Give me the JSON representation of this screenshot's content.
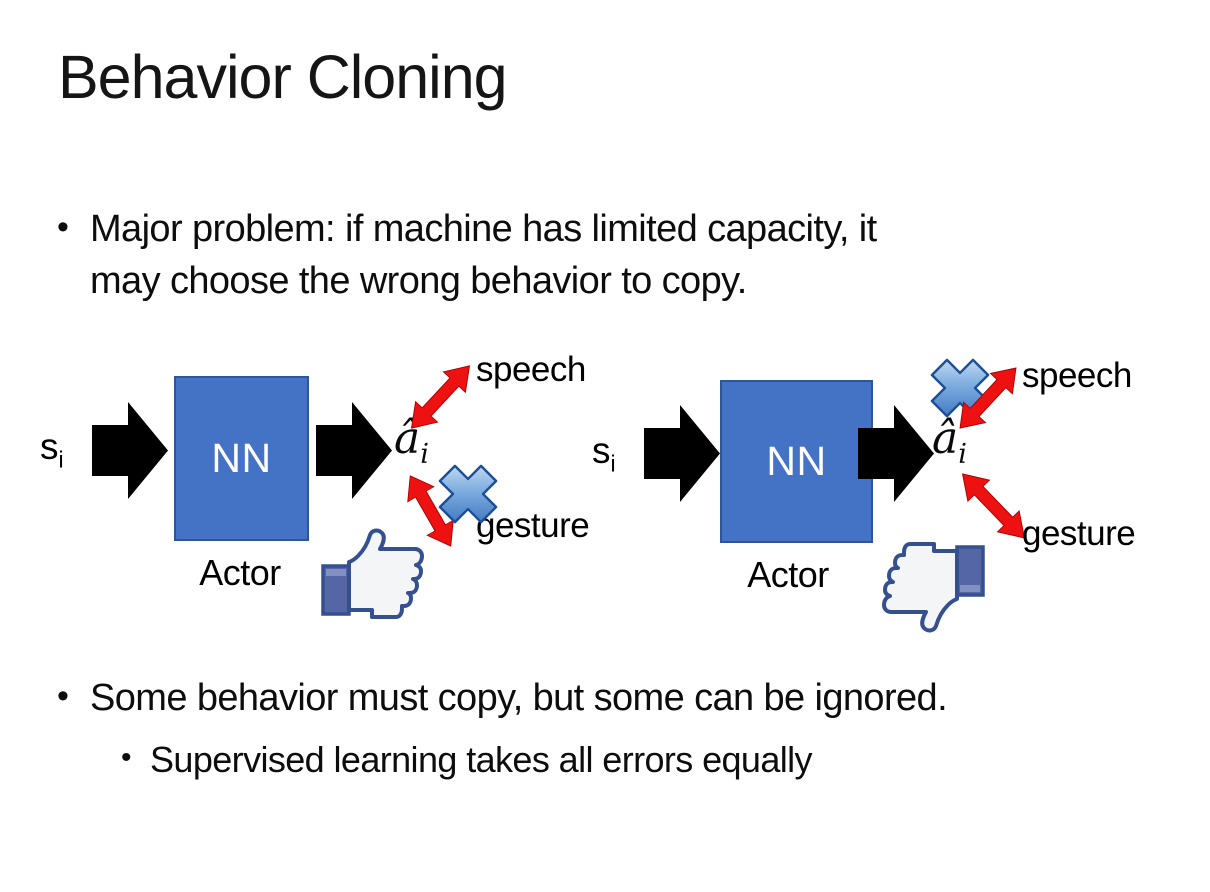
{
  "slide": {
    "title": "Behavior Cloning",
    "bullet1_line1": "Major problem: if machine has limited capacity, it",
    "bullet1_line2": "may choose the wrong behavior to copy.",
    "bullet2": "Some behavior must copy, but some can be ignored.",
    "bullet2_sub": "Supervised learning takes all errors equally",
    "bullet_glyph": "•"
  },
  "diagram": {
    "input_label": "s",
    "input_sub": "i",
    "nn_label": "NN",
    "actor_label": "Actor",
    "output_label": "â",
    "output_sub": "i",
    "speech_label": "speech",
    "gesture_label": "gesture"
  },
  "icons": {
    "left_feedback": "thumbs-up",
    "right_feedback": "thumbs-down",
    "crossed_out_left": "gesture",
    "crossed_out_right": "speech"
  },
  "colors": {
    "text": "#111111",
    "nn_fill": "#4472C4",
    "nn_border": "#2F5597",
    "arrow_black": "#000000",
    "arrow_red": "#EE1111",
    "arrow_red_edge": "#B00000",
    "cross_blue": "#3D7BC8",
    "cross_edge": "#1D4F96",
    "thumb_outline": "#35508F",
    "thumb_sleeve": "#5566A7",
    "thumb_hand": "#F4F5F7"
  }
}
